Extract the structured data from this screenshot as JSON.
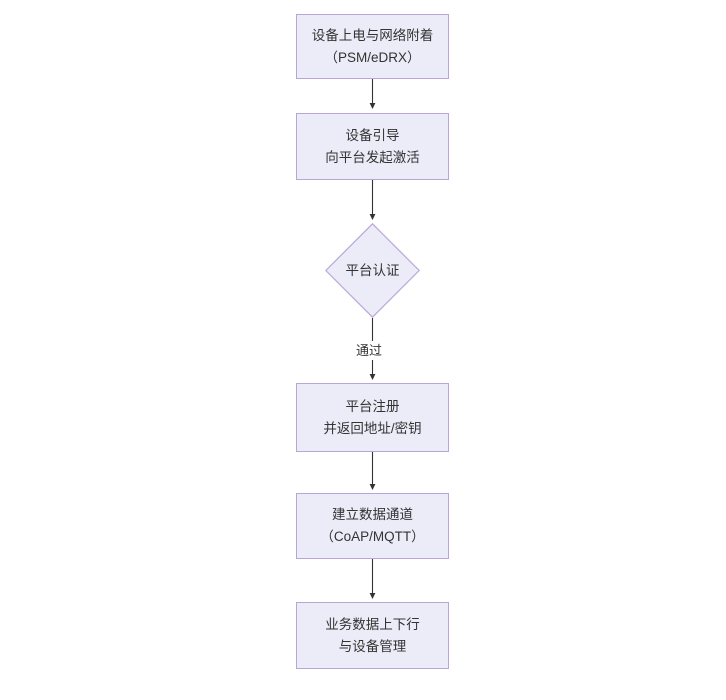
{
  "diagram": {
    "type": "flowchart",
    "orientation": "top-to-bottom",
    "background_color": "#ffffff",
    "node_fill_color": "#ececf8",
    "node_border_color": "#b9a5d9",
    "text_color": "#333333",
    "connector_color": "#333333",
    "nodes": [
      {
        "id": "n1",
        "shape": "rectangle",
        "lines": [
          "设备上电与网络附着",
          "（PSM/eDRX）"
        ]
      },
      {
        "id": "n2",
        "shape": "rectangle",
        "lines": [
          "设备引导",
          "向平台发起激活"
        ]
      },
      {
        "id": "n3",
        "shape": "diamond",
        "lines": [
          "平台认证"
        ]
      },
      {
        "id": "n4",
        "shape": "rectangle",
        "lines": [
          "平台注册",
          "并返回地址/密钥"
        ]
      },
      {
        "id": "n5",
        "shape": "rectangle",
        "lines": [
          "建立数据通道",
          "（CoAP/MQTT）"
        ]
      },
      {
        "id": "n6",
        "shape": "rectangle",
        "lines": [
          "业务数据上下行",
          "与设备管理"
        ]
      }
    ],
    "edges": [
      {
        "from": "n1",
        "to": "n2",
        "label": ""
      },
      {
        "from": "n2",
        "to": "n3",
        "label": ""
      },
      {
        "from": "n3",
        "to": "n4",
        "label": "通过"
      },
      {
        "from": "n4",
        "to": "n5",
        "label": ""
      },
      {
        "from": "n5",
        "to": "n6",
        "label": ""
      }
    ]
  }
}
